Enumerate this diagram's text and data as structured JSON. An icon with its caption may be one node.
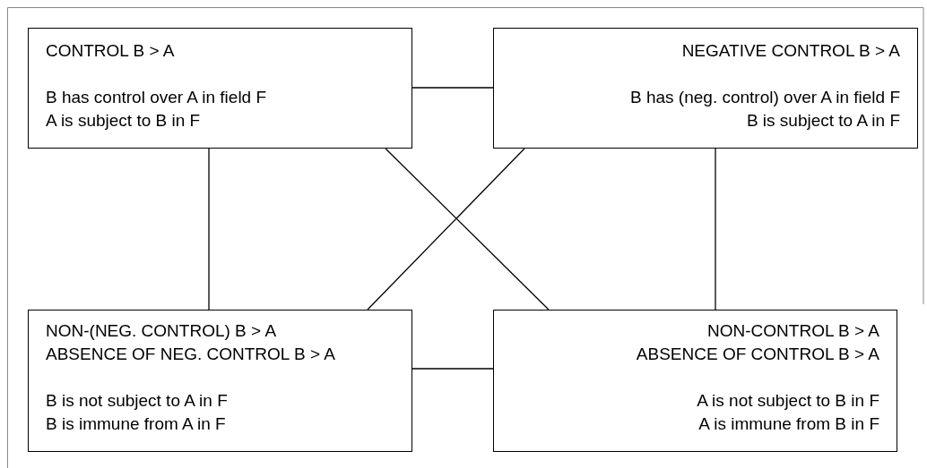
{
  "diagram": {
    "nodes": [
      {
        "text": [
          "CONTROL B > A",
          "B has control over A in field F",
          "A is subject to B in F"
        ]
      },
      {
        "text": [
          "NEGATIVE CONTROL B > A",
          "B has (neg. control) over A in field F",
          "B is subject to A in F"
        ]
      },
      {
        "text": [
          "NON-(NEG. CONTROL) B > A",
          "ABSENCE OF NEG. CONTROL B > A",
          "B is not subject to A in F",
          "B is immune from A in F"
        ]
      },
      {
        "text": [
          "NON-CONTROL B > A",
          "ABSENCE OF CONTROL B > A",
          "A is not subject to B in F",
          "A is immune from B in F"
        ]
      }
    ],
    "edges": [
      {
        "from": 0,
        "to": 1,
        "arrow": "none"
      },
      {
        "from": 0,
        "to": 2,
        "arrow": "none"
      },
      {
        "from": 0,
        "to": 3,
        "arrow": "none"
      },
      {
        "from": 1,
        "to": 2,
        "arrow": "none"
      },
      {
        "from": 1,
        "to": 3,
        "arrow": "none"
      },
      {
        "from": 2,
        "to": 3,
        "arrow": "none"
      }
    ]
  }
}
